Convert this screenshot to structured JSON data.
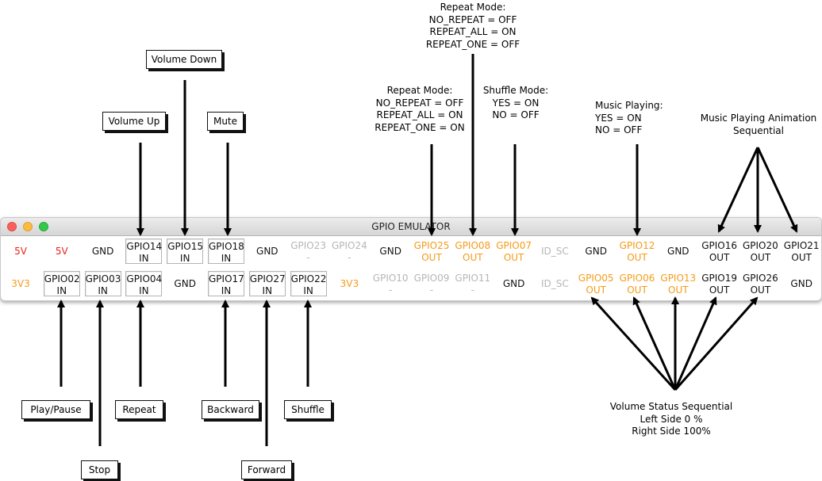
{
  "window": {
    "title": "GPIO EMULATOR"
  },
  "colors": {
    "power_red": "#e8221a",
    "active_orange": "#f59b18",
    "inactive_gray": "#b6b6b6",
    "text_black": "#111111"
  },
  "pins": {
    "top": [
      {
        "name": "5V",
        "mode": "",
        "color": "red",
        "boxed": false
      },
      {
        "name": "5V",
        "mode": "",
        "color": "red",
        "boxed": false
      },
      {
        "name": "GND",
        "mode": "",
        "color": "black",
        "boxed": false
      },
      {
        "name": "GPIO14",
        "mode": "IN",
        "color": "black",
        "boxed": true
      },
      {
        "name": "GPIO15",
        "mode": "IN",
        "color": "black",
        "boxed": true
      },
      {
        "name": "GPIO18",
        "mode": "IN",
        "color": "black",
        "boxed": true
      },
      {
        "name": "GND",
        "mode": "",
        "color": "black",
        "boxed": false
      },
      {
        "name": "GPIO23",
        "mode": "-",
        "color": "gray",
        "boxed": false
      },
      {
        "name": "GPIO24",
        "mode": "-",
        "color": "gray",
        "boxed": false
      },
      {
        "name": "GND",
        "mode": "",
        "color": "black",
        "boxed": false
      },
      {
        "name": "GPIO25",
        "mode": "OUT",
        "color": "orange",
        "boxed": false
      },
      {
        "name": "GPIO08",
        "mode": "OUT",
        "color": "orange",
        "boxed": false
      },
      {
        "name": "GPIO07",
        "mode": "OUT",
        "color": "orange",
        "boxed": false
      },
      {
        "name": "ID_SC",
        "mode": "",
        "color": "gray",
        "boxed": false
      },
      {
        "name": "GND",
        "mode": "",
        "color": "black",
        "boxed": false
      },
      {
        "name": "GPIO12",
        "mode": "OUT",
        "color": "orange",
        "boxed": false
      },
      {
        "name": "GND",
        "mode": "",
        "color": "black",
        "boxed": false
      },
      {
        "name": "GPIO16",
        "mode": "OUT",
        "color": "black",
        "boxed": false
      },
      {
        "name": "GPIO20",
        "mode": "OUT",
        "color": "black",
        "boxed": false
      },
      {
        "name": "GPIO21",
        "mode": "OUT",
        "color": "black",
        "boxed": false
      }
    ],
    "bottom": [
      {
        "name": "3V3",
        "mode": "",
        "color": "orange",
        "boxed": false
      },
      {
        "name": "GPIO02",
        "mode": "IN",
        "color": "black",
        "boxed": true
      },
      {
        "name": "GPIO03",
        "mode": "IN",
        "color": "black",
        "boxed": true
      },
      {
        "name": "GPIO04",
        "mode": "IN",
        "color": "black",
        "boxed": true
      },
      {
        "name": "GND",
        "mode": "",
        "color": "black",
        "boxed": false
      },
      {
        "name": "GPIO17",
        "mode": "IN",
        "color": "black",
        "boxed": true
      },
      {
        "name": "GPIO27",
        "mode": "IN",
        "color": "black",
        "boxed": true
      },
      {
        "name": "GPIO22",
        "mode": "IN",
        "color": "black",
        "boxed": true
      },
      {
        "name": "3V3",
        "mode": "",
        "color": "orange",
        "boxed": false
      },
      {
        "name": "GPIO10",
        "mode": "-",
        "color": "gray",
        "boxed": false
      },
      {
        "name": "GPIO09",
        "mode": "-",
        "color": "gray",
        "boxed": false
      },
      {
        "name": "GPIO11",
        "mode": "-",
        "color": "gray",
        "boxed": false
      },
      {
        "name": "GND",
        "mode": "",
        "color": "black",
        "boxed": false
      },
      {
        "name": "ID_SC",
        "mode": "",
        "color": "gray",
        "boxed": false
      },
      {
        "name": "GPIO05",
        "mode": "OUT",
        "color": "orange",
        "boxed": false
      },
      {
        "name": "GPIO06",
        "mode": "OUT",
        "color": "orange",
        "boxed": false
      },
      {
        "name": "GPIO13",
        "mode": "OUT",
        "color": "orange",
        "boxed": false
      },
      {
        "name": "GPIO19",
        "mode": "OUT",
        "color": "black",
        "boxed": false
      },
      {
        "name": "GPIO26",
        "mode": "OUT",
        "color": "black",
        "boxed": false
      },
      {
        "name": "GND",
        "mode": "",
        "color": "black",
        "boxed": false
      }
    ]
  },
  "labels": {
    "volume_down": "Volume Down",
    "volume_up": "Volume Up",
    "mute": "Mute",
    "play_pause": "Play/Pause",
    "stop": "Stop",
    "repeat": "Repeat",
    "backward": "Backward",
    "forward": "Forward",
    "shuffle": "Shuffle"
  },
  "notes": {
    "repeat_mode_top": [
      "Repeat Mode:",
      "NO_REPEAT = OFF",
      "REPEAT_ALL = ON",
      "REPEAT_ONE = OFF"
    ],
    "repeat_mode_mid": [
      "Repeat Mode:",
      "NO_REPEAT = OFF",
      "REPEAT_ALL = ON",
      "REPEAT_ONE = ON"
    ],
    "shuffle_mode": [
      "Shuffle Mode:",
      "YES = ON",
      "NO = OFF"
    ],
    "music_playing": [
      "Music Playing:",
      "YES = ON",
      "NO = OFF"
    ],
    "animation": [
      "Music Playing Animation",
      "Sequential"
    ],
    "volume_status": [
      "Volume Status Sequential",
      "Left Side 0 %",
      "Right Side 100%"
    ]
  }
}
